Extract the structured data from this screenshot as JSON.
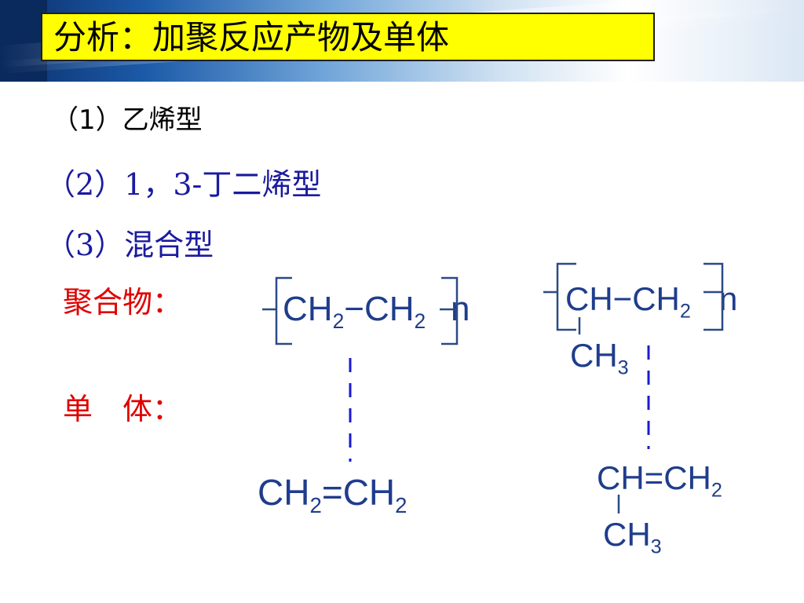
{
  "header": {
    "title": "分析：加聚反应产物及单体"
  },
  "list": {
    "item1": "（1）乙烯型",
    "item2": "（2）1，3-丁二烯型",
    "item3": "（3）混合型"
  },
  "labels": {
    "polymer": "聚合物：",
    "monomer": "单　体："
  },
  "structures": {
    "left_polymer": {
      "part1": "CH",
      "sub1": "2",
      "dash": "−",
      "part2": "CH",
      "sub2": "2",
      "n": "n"
    },
    "left_monomer": {
      "part1": "CH",
      "sub1": "2",
      "eq": "=",
      "part2": "CH",
      "sub2": "2"
    },
    "right_polymer": {
      "part1": "CH−CH",
      "sub1": "2",
      "n": "n",
      "branch": "CH",
      "branch_sub": "3"
    },
    "right_monomer": {
      "part1": "CH=CH",
      "sub1": "2",
      "branch": "CH",
      "branch_sub": "3"
    }
  },
  "colors": {
    "title_bg": "#ffff00",
    "blue_text": "#1a1aa0",
    "red_text": "#e00000",
    "chem_blue": "#1f3d8c"
  }
}
